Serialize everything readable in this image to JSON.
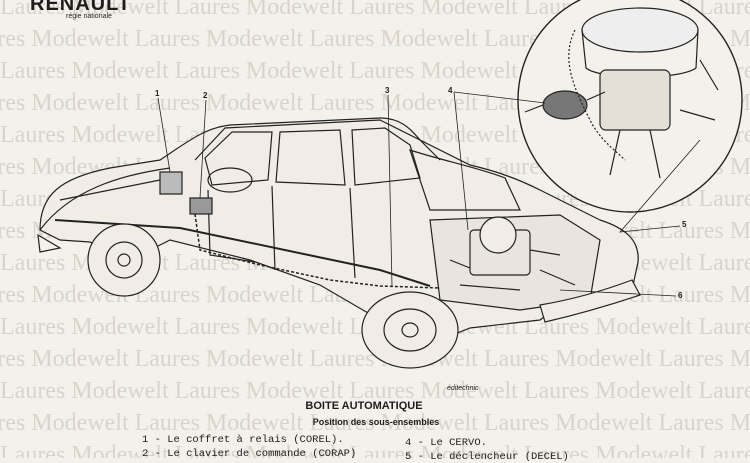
{
  "header": {
    "brand": "RENAULT",
    "brand_subtitle": "régie nationale"
  },
  "watermark": {
    "text": "Laures Modewelt"
  },
  "figure": {
    "credit": "éditechnic"
  },
  "callouts": [
    "1",
    "2",
    "3",
    "4",
    "5",
    "6"
  ],
  "caption": {
    "title": "BOITE AUTOMATIQUE",
    "subtitle": "Position des sous-ensembles"
  },
  "legend": [
    {
      "number": "1",
      "text": "- Le coffret à relais (COREL)."
    },
    {
      "number": "2",
      "text": "- Le clavier de commande (CORAP)"
    },
    {
      "number": "4",
      "text": "- Le CERVO."
    },
    {
      "number": "5",
      "text": "- Le déclencheur (DECEL)"
    }
  ]
}
